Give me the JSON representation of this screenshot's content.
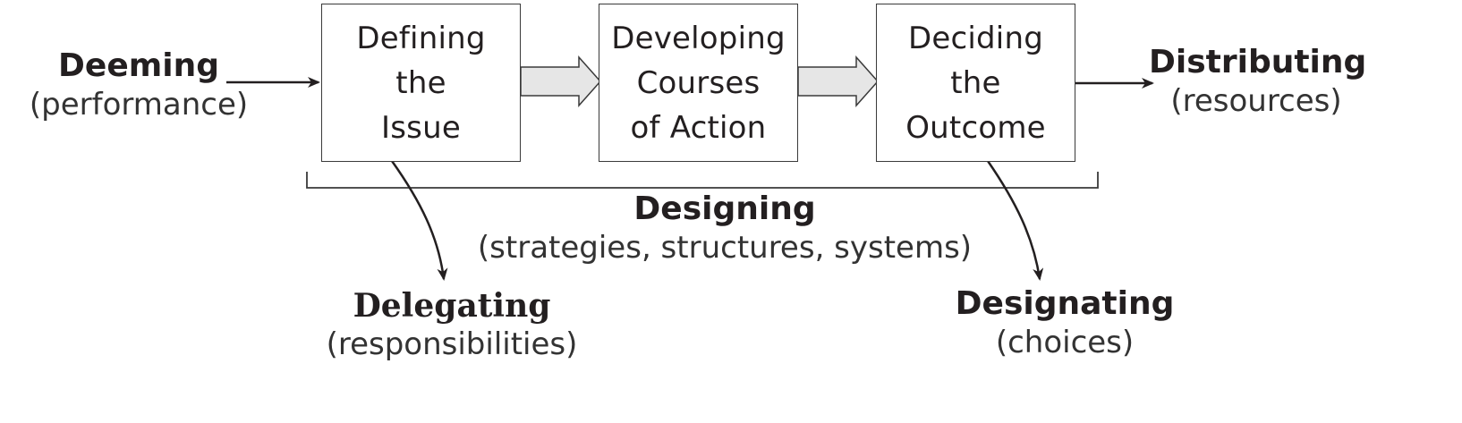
{
  "diagram": {
    "type": "process-flow",
    "steps": [
      {
        "label": "Defining\nthe\nIssue"
      },
      {
        "label": "Developing\nCourses\nof Action"
      },
      {
        "label": "Deciding\nthe\nOutcome"
      }
    ],
    "input": {
      "title": "Deeming",
      "subtitle": "(performance)"
    },
    "output": {
      "title": "Distributing",
      "subtitle": "(resources)"
    },
    "bracket": {
      "title": "Designing",
      "subtitle": "(strategies, structures, systems)"
    },
    "branch_left": {
      "title": "Delegating",
      "subtitle": "(responsibilities)"
    },
    "branch_right": {
      "title": "Designating",
      "subtitle": "(choices)"
    },
    "colors": {
      "stroke": "#3a3a3a",
      "block_arrow_fill": "#e6e6e6",
      "text": "#231f20"
    }
  }
}
